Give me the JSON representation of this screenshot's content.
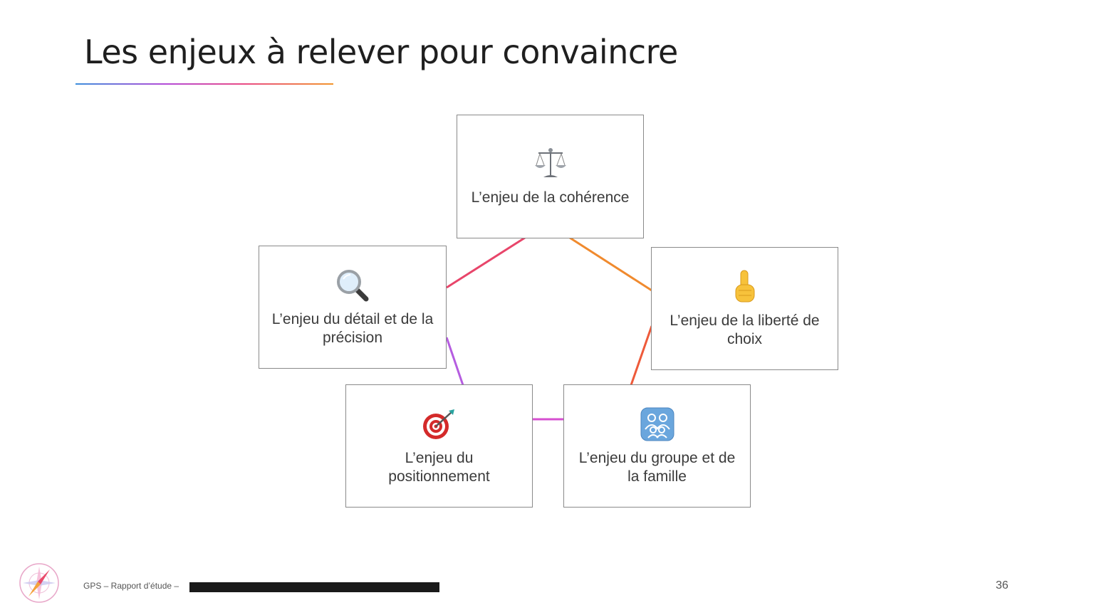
{
  "slide": {
    "title": "Les enjeux à relever pour convaincre",
    "accent_gradient": [
      "#3d8fdc",
      "#b44bd8",
      "#e94a86",
      "#f2952c"
    ]
  },
  "diagram": {
    "nodes": [
      {
        "id": "coherence",
        "icon": "balance-scale-icon",
        "label": "L’enjeu de la cohérence"
      },
      {
        "id": "liberte",
        "icon": "pointing-finger-icon",
        "label": "L’enjeu de la liberté de choix"
      },
      {
        "id": "groupe",
        "icon": "family-icon",
        "label": "L’enjeu du groupe et de la famille"
      },
      {
        "id": "positionnement",
        "icon": "target-dart-icon",
        "label": "L’enjeu du positionnement"
      },
      {
        "id": "detail",
        "icon": "magnifying-glass-icon",
        "label": "L’enjeu du détail et de la précision"
      }
    ],
    "edges": [
      {
        "from": "coherence",
        "to": "liberte",
        "color": "#f08a2e"
      },
      {
        "from": "liberte",
        "to": "groupe",
        "color": "#ee5a3a"
      },
      {
        "from": "groupe",
        "to": "positionnement",
        "color": "#d64fd0"
      },
      {
        "from": "positionnement",
        "to": "detail",
        "color": "#b55de0"
      },
      {
        "from": "detail",
        "to": "coherence",
        "color": "#e8456a"
      }
    ]
  },
  "footer": {
    "text": "GPS – Rapport d’étude –",
    "page_number": "36",
    "logo": "compass-logo"
  }
}
